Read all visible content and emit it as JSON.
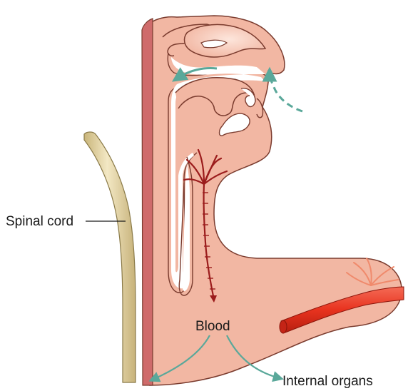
{
  "labels": {
    "spinal_cord": "Spinal cord",
    "blood": "Blood",
    "internal_organs": "Internal organs"
  },
  "colors": {
    "tissue": "#f2b7a3",
    "tissue_outline": "#7a3b2e",
    "back_edge": "#cf6b6b",
    "vessel": "#e8331f",
    "nerve": "#9b1c1c",
    "arrow": "#5aa89a",
    "spinal_cord": "#dccb97"
  }
}
